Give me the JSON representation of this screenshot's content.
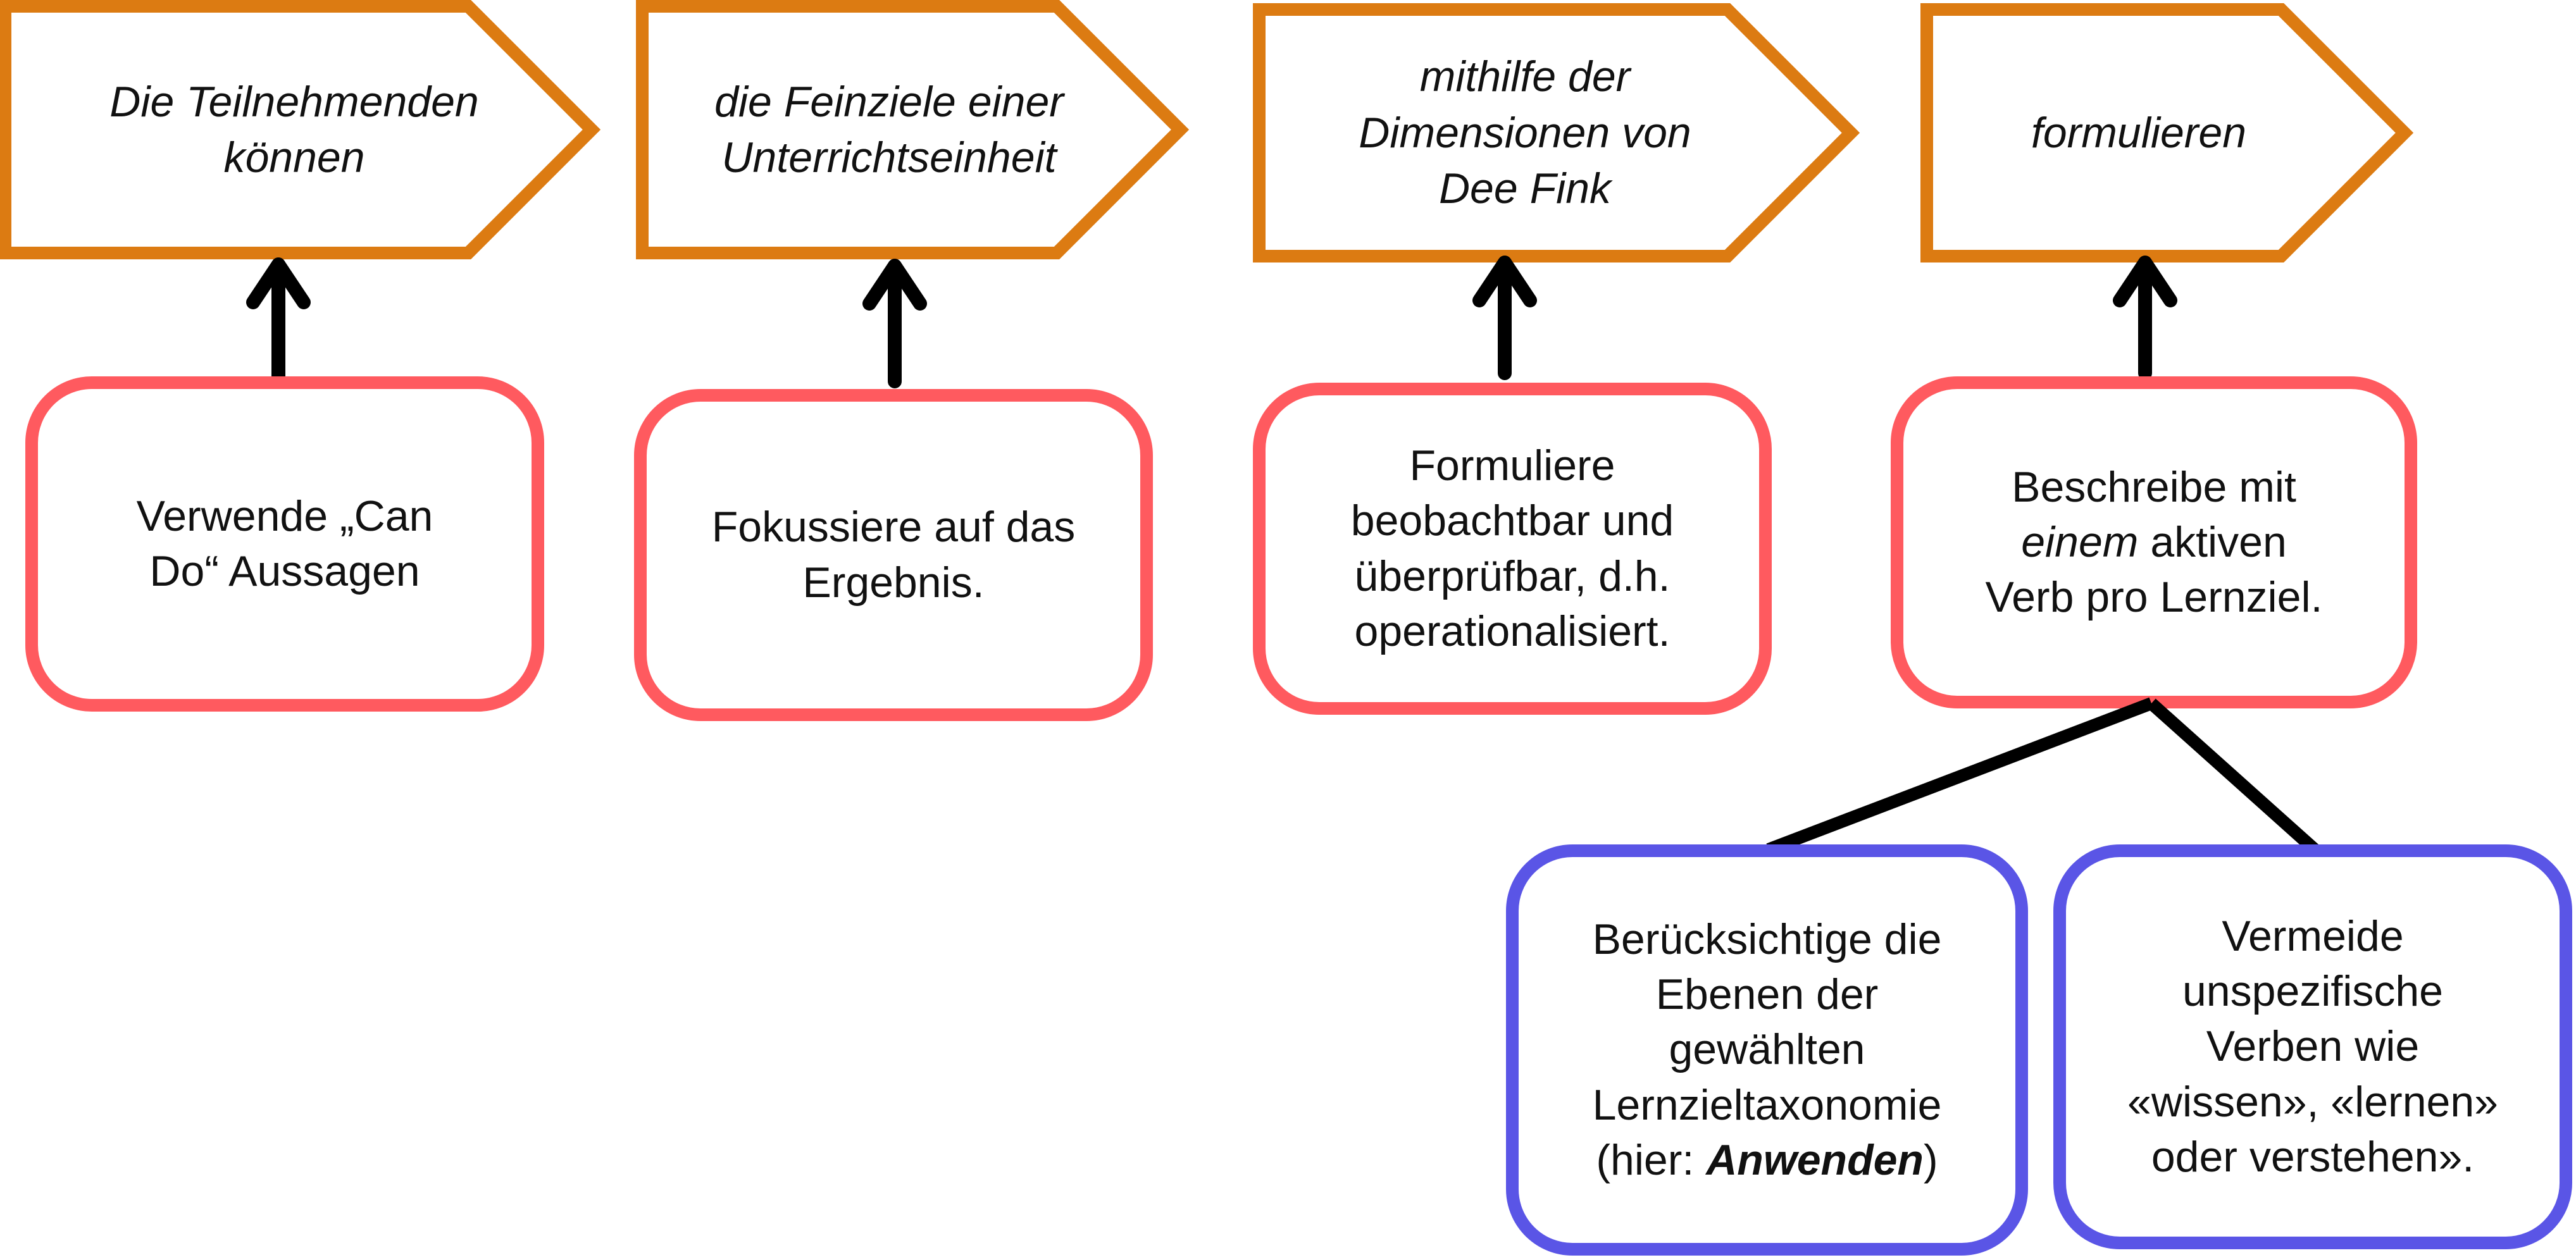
{
  "colors": {
    "arrow_border": "#DC7B12",
    "red_box_border": "#FF5A5F",
    "blue_box_border": "#5A55E6",
    "connector": "#000000"
  },
  "arrows": [
    {
      "lines": [
        "Die Teilnehmenden",
        "können"
      ]
    },
    {
      "lines": [
        "die Feinziele einer",
        "Unterrichtseinheit"
      ]
    },
    {
      "lines": [
        "mithilfe der",
        "Dimensionen von",
        "Dee Fink"
      ]
    },
    {
      "lines": [
        "formulieren"
      ]
    }
  ],
  "tips": [
    {
      "lines": [
        "Verwende „Can",
        "Do“ Aussagen"
      ]
    },
    {
      "lines": [
        "Fokussiere auf das",
        "Ergebnis."
      ]
    },
    {
      "lines": [
        "Formuliere",
        "beobachtbar und",
        "überprüfbar, d.h.",
        "operationalisiert."
      ]
    },
    {
      "line1": "Beschreibe mit",
      "line2_em": "einem",
      "line2_rest": " aktiven",
      "line3": "Verb pro Lernziel."
    }
  ],
  "sub_tips": [
    {
      "lines": [
        "Berücksichtige die",
        "Ebenen der",
        "gewählten",
        "Lernzieltaxonomie"
      ],
      "last_prefix": "(hier: ",
      "last_bold": "Anwenden",
      "last_suffix": ")"
    },
    {
      "lines": [
        "Vermeide",
        "unspezifische",
        "Verben wie",
        "«wissen», «lernen»",
        "oder verstehen»."
      ]
    }
  ]
}
